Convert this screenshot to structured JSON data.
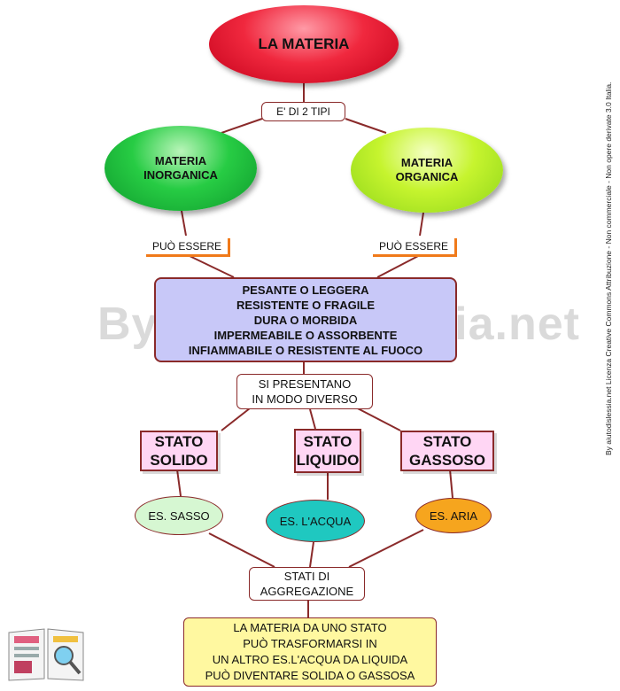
{
  "title": "LA MATERIA",
  "connector_types": "E' DI 2 TIPI",
  "left_type": [
    "MATERIA",
    "INORGANICA"
  ],
  "right_type": [
    "MATERIA",
    "ORGANICA"
  ],
  "can_be_left": "PUÒ ESSERE",
  "can_be_right": "PUÒ ESSERE",
  "properties": [
    "PESANTE O LEGGERA",
    "RESISTENTE O FRAGILE",
    "DURA O MORBIDA",
    "IMPERMEABILE O ASSORBENTE",
    "INFIAMMABILE O RESISTENTE AL FUOCO"
  ],
  "presents": [
    "SI PRESENTANO",
    "IN MODO DIVERSO"
  ],
  "states": [
    {
      "line1": "STATO",
      "line2": "SOLIDO",
      "example": "ES. SASSO",
      "example_color": "#d6f7d2"
    },
    {
      "line1": "STATO",
      "line2": "LIQUIDO",
      "example": "ES. L'ACQUA",
      "example_color": "#1fc8c0"
    },
    {
      "line1": "STATO",
      "line2": "GASSOSO",
      "example": "ES. ARIA",
      "example_color": "#f6a51e"
    }
  ],
  "aggregation": [
    "STATI DI",
    "AGGREGAZIONE"
  ],
  "transformation": [
    "LA MATERIA DA UNO STATO",
    "PUÒ TRASFORMARSI IN",
    "UN ALTRO ES.L'ACQUA DA LIQUIDA",
    "PUÒ DIVENTARE SOLIDA O GASSOSA"
  ],
  "watermark": "By Aiutodislessia.net",
  "credit": "By aiutodislessia.net Licenza Creative Commons Attribuzione - Non commerciale - Non opere derivate 3.0 Italia."
}
